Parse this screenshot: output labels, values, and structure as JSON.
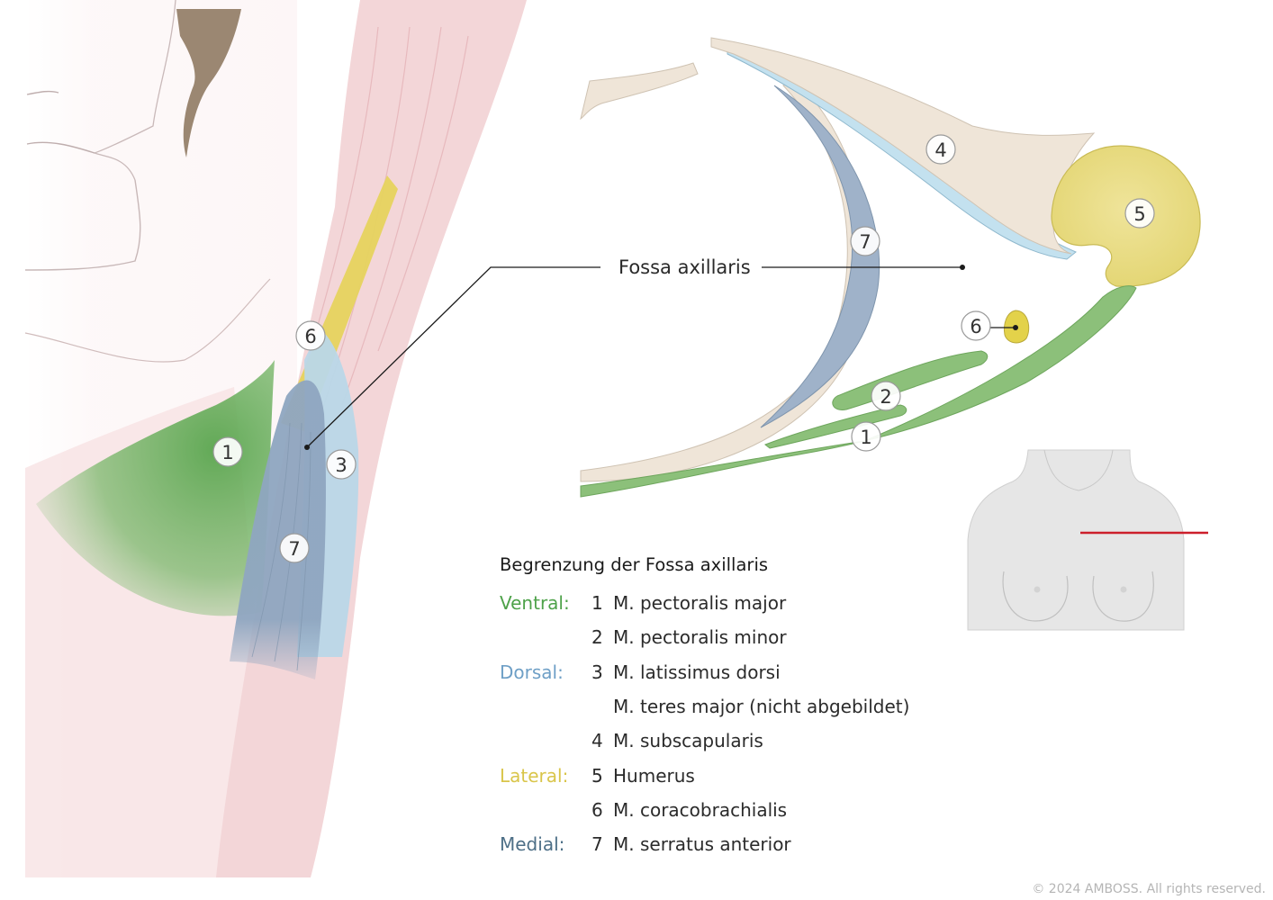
{
  "colors": {
    "ventral": "#4ea24a",
    "dorsal": "#6e9fc6",
    "lateral": "#d9c54a",
    "medial": "#4d6f87",
    "muscle_green": "#8cc07a",
    "muscle_blue": "#b9dbe9",
    "muscle_gray": "#9aaec6",
    "bone": "#ede3d6",
    "humerus": "#e9df8a",
    "skin": "#f5e4e4",
    "cut_line": "#cc1f2b"
  },
  "markers": {
    "left": {
      "m1": "1",
      "m3": "3",
      "m6": "6",
      "m7": "7"
    },
    "right": {
      "m1": "1",
      "m2": "2",
      "m4": "4",
      "m5": "5",
      "m6": "6",
      "m7": "7"
    }
  },
  "callout": {
    "label": "Fossa axillaris"
  },
  "legend": {
    "title": "Begrenzung der Fossa axillaris",
    "rows": [
      {
        "category": "Ventral:",
        "number": "1",
        "label": "M. pectoralis major"
      },
      {
        "category": "",
        "number": "2",
        "label": "M. pectoralis minor"
      },
      {
        "category": "Dorsal:",
        "number": "3",
        "label": "M. latissimus dorsi"
      },
      {
        "category": "",
        "number": "",
        "label": "M. teres major (nicht abgebildet)"
      },
      {
        "category": "",
        "number": "4",
        "label": "M. subscapularis"
      },
      {
        "category": "Lateral:",
        "number": "5",
        "label": "Humerus"
      },
      {
        "category": "",
        "number": "6",
        "label": "M. coracobrachialis"
      },
      {
        "category": "Medial:",
        "number": "7",
        "label": "M. serratus anterior"
      }
    ]
  },
  "copyright": "© 2024 AMBOSS. All rights reserved."
}
